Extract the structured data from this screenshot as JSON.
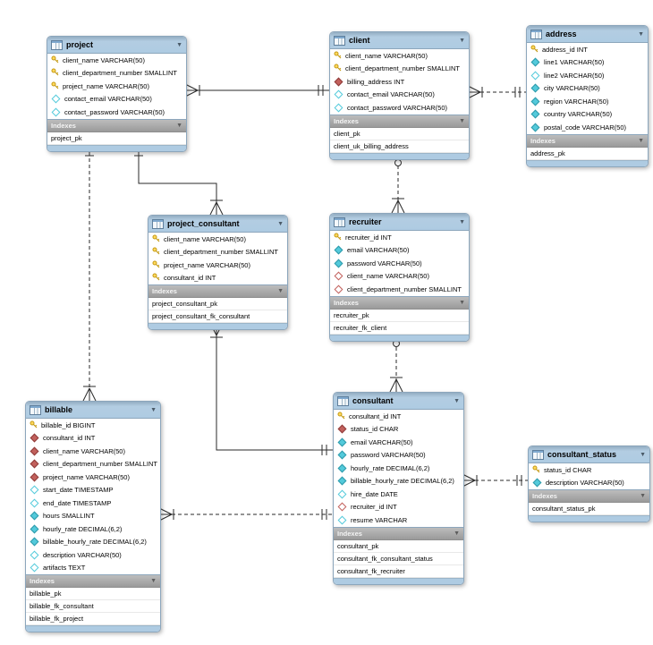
{
  "diagram": {
    "indexes_label": "Indexes",
    "collapse_arrow": "▼",
    "colors": {
      "table_header": "#aecbe2",
      "indexes_bar": "#a8a8a8",
      "primary_key_icon": "#f0c419",
      "attribute_icon": "#53cadb",
      "foreign_key_icon": "#c2605c",
      "connector": "#2a2a2a"
    },
    "tables": [
      {
        "name": "project",
        "columns": [
          {
            "icon": "key",
            "text": "client_name VARCHAR(50)"
          },
          {
            "icon": "key",
            "text": "client_department_number SMALLINT"
          },
          {
            "icon": "key",
            "text": "project_name VARCHAR(50)"
          },
          {
            "icon": "null",
            "text": "contact_email VARCHAR(50)"
          },
          {
            "icon": "null",
            "text": "contact_password VARCHAR(50)"
          }
        ],
        "indexes": [
          "project_pk"
        ]
      },
      {
        "name": "client",
        "columns": [
          {
            "icon": "key",
            "text": "client_name VARCHAR(50)"
          },
          {
            "icon": "key",
            "text": "client_department_number SMALLINT"
          },
          {
            "icon": "fk",
            "text": "billing_address INT"
          },
          {
            "icon": "null",
            "text": "contact_email VARCHAR(50)"
          },
          {
            "icon": "null",
            "text": "contact_password VARCHAR(50)"
          }
        ],
        "indexes": [
          "client_pk",
          "client_uk_billing_address"
        ]
      },
      {
        "name": "address",
        "columns": [
          {
            "icon": "key",
            "text": "address_id INT"
          },
          {
            "icon": "notnull",
            "text": "line1 VARCHAR(50)"
          },
          {
            "icon": "null",
            "text": "line2 VARCHAR(50)"
          },
          {
            "icon": "notnull",
            "text": "city VARCHAR(50)"
          },
          {
            "icon": "notnull",
            "text": "region VARCHAR(50)"
          },
          {
            "icon": "notnull",
            "text": "country VARCHAR(50)"
          },
          {
            "icon": "notnull",
            "text": "postal_code VARCHAR(50)"
          }
        ],
        "indexes": [
          "address_pk"
        ]
      },
      {
        "name": "project_consultant",
        "columns": [
          {
            "icon": "key",
            "text": "client_name VARCHAR(50)"
          },
          {
            "icon": "key",
            "text": "client_department_number SMALLINT"
          },
          {
            "icon": "key",
            "text": "project_name VARCHAR(50)"
          },
          {
            "icon": "key",
            "text": "consultant_id INT"
          }
        ],
        "indexes": [
          "project_consultant_pk",
          "project_consultant_fk_consultant"
        ]
      },
      {
        "name": "recruiter",
        "columns": [
          {
            "icon": "key",
            "text": "recruiter_id INT"
          },
          {
            "icon": "notnull",
            "text": "email VARCHAR(50)"
          },
          {
            "icon": "notnull",
            "text": "password VARCHAR(50)"
          },
          {
            "icon": "fknull",
            "text": "client_name VARCHAR(50)"
          },
          {
            "icon": "fknull",
            "text": "client_department_number SMALLINT"
          }
        ],
        "indexes": [
          "recruiter_pk",
          "recruiter_fk_client"
        ]
      },
      {
        "name": "billable",
        "columns": [
          {
            "icon": "key",
            "text": "billable_id BIGINT"
          },
          {
            "icon": "fk",
            "text": "consultant_id INT"
          },
          {
            "icon": "fk",
            "text": "client_name VARCHAR(50)"
          },
          {
            "icon": "fk",
            "text": "client_department_number SMALLINT"
          },
          {
            "icon": "fk",
            "text": "project_name VARCHAR(50)"
          },
          {
            "icon": "null",
            "text": "start_date TIMESTAMP"
          },
          {
            "icon": "null",
            "text": "end_date TIMESTAMP"
          },
          {
            "icon": "notnull",
            "text": "hours SMALLINT"
          },
          {
            "icon": "notnull",
            "text": "hourly_rate DECIMAL(6,2)"
          },
          {
            "icon": "notnull",
            "text": "billable_hourly_rate DECIMAL(6,2)"
          },
          {
            "icon": "null",
            "text": "description VARCHAR(50)"
          },
          {
            "icon": "null",
            "text": "artifacts TEXT"
          }
        ],
        "indexes": [
          "billable_pk",
          "billable_fk_consultant",
          "billable_fk_project"
        ]
      },
      {
        "name": "consultant",
        "columns": [
          {
            "icon": "key",
            "text": "consultant_id INT"
          },
          {
            "icon": "fk",
            "text": "status_id CHAR"
          },
          {
            "icon": "notnull",
            "text": "email VARCHAR(50)"
          },
          {
            "icon": "notnull",
            "text": "password VARCHAR(50)"
          },
          {
            "icon": "notnull",
            "text": "hourly_rate DECIMAL(6,2)"
          },
          {
            "icon": "notnull",
            "text": "billable_hourly_rate DECIMAL(6,2)"
          },
          {
            "icon": "null",
            "text": "hire_date DATE"
          },
          {
            "icon": "fknull",
            "text": "recruiter_id INT"
          },
          {
            "icon": "null",
            "text": "resume VARCHAR"
          }
        ],
        "indexes": [
          "consultant_pk",
          "consultant_fk_consultant_status",
          "consultant_fk_recruiter"
        ]
      },
      {
        "name": "consultant_status",
        "columns": [
          {
            "icon": "key",
            "text": "status_id CHAR"
          },
          {
            "icon": "notnull",
            "text": "description VARCHAR(50)"
          }
        ],
        "indexes": [
          "consultant_status_pk"
        ]
      }
    ],
    "relationships": [
      {
        "one_side": "client",
        "many_side": "project",
        "line": "solid",
        "one_cardinality": "1",
        "many_cardinality": "many"
      },
      {
        "one_side": "address",
        "many_side": "client",
        "line": "dashed",
        "one_cardinality": "1",
        "many_cardinality": "many"
      },
      {
        "one_side": "client",
        "many_side": "recruiter",
        "line": "dashed",
        "one_cardinality": "0..1",
        "many_cardinality": "many"
      },
      {
        "one_side": "recruiter",
        "many_side": "consultant",
        "line": "dashed",
        "one_cardinality": "0..1",
        "many_cardinality": "many"
      },
      {
        "one_side": "project",
        "many_side": "project_consultant",
        "line": "solid",
        "one_cardinality": "1",
        "many_cardinality": "many"
      },
      {
        "one_side": "consultant",
        "many_side": "project_consultant",
        "line": "solid",
        "one_cardinality": "1",
        "many_cardinality": "many"
      },
      {
        "one_side": "project",
        "many_side": "billable",
        "line": "dashed",
        "one_cardinality": "1",
        "many_cardinality": "many"
      },
      {
        "one_side": "consultant",
        "many_side": "billable",
        "line": "dashed",
        "one_cardinality": "1",
        "many_cardinality": "many"
      },
      {
        "one_side": "consultant_status",
        "many_side": "consultant",
        "line": "dashed",
        "one_cardinality": "1",
        "many_cardinality": "many"
      }
    ]
  }
}
